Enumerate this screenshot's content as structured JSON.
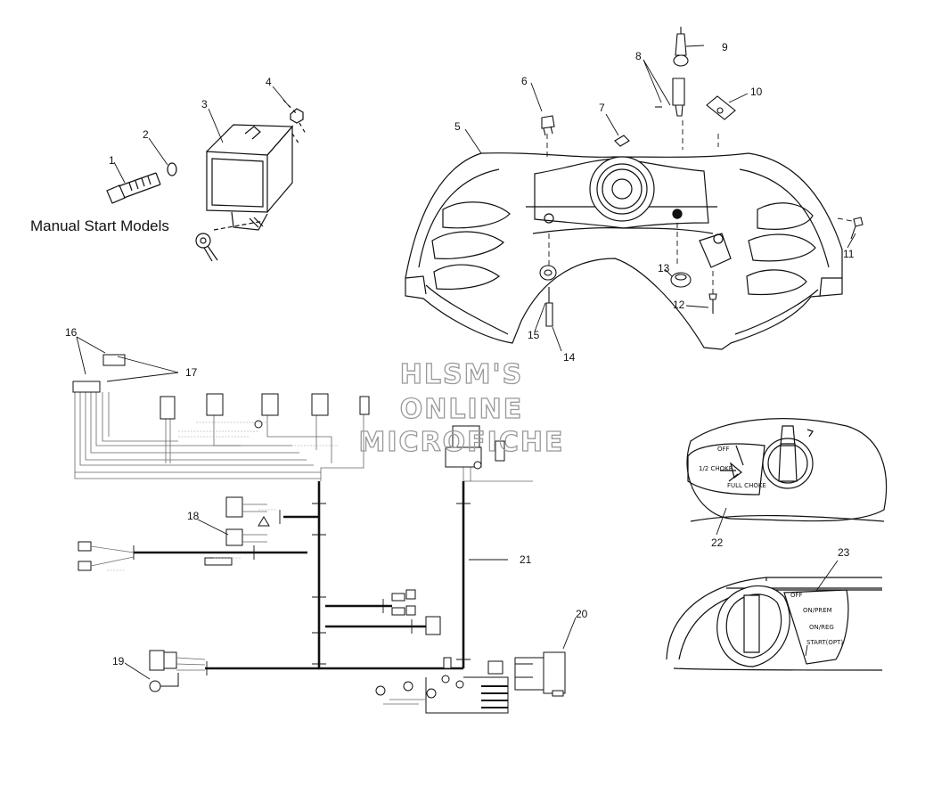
{
  "heading": "Manual Start Models",
  "watermark": [
    "HLSM'S",
    "ONLINE",
    "MICROFICHE"
  ],
  "callouts": [
    "1",
    "2",
    "3",
    "4",
    "5",
    "6",
    "7",
    "8",
    "9",
    "10",
    "11",
    "12",
    "13",
    "14",
    "15",
    "16",
    "17",
    "18",
    "19",
    "20",
    "21",
    "22",
    "23"
  ],
  "choke_labels": [
    "OFF",
    "1/2 CHOKE",
    "FULL CHOKE"
  ],
  "switch_labels": [
    "OFF",
    "ON/PREM",
    "ON/REG",
    "START(OPT)"
  ],
  "colors": {
    "line": "#111111",
    "harness_thin": "#777777",
    "watermark": "#999999",
    "background": "#ffffff"
  }
}
